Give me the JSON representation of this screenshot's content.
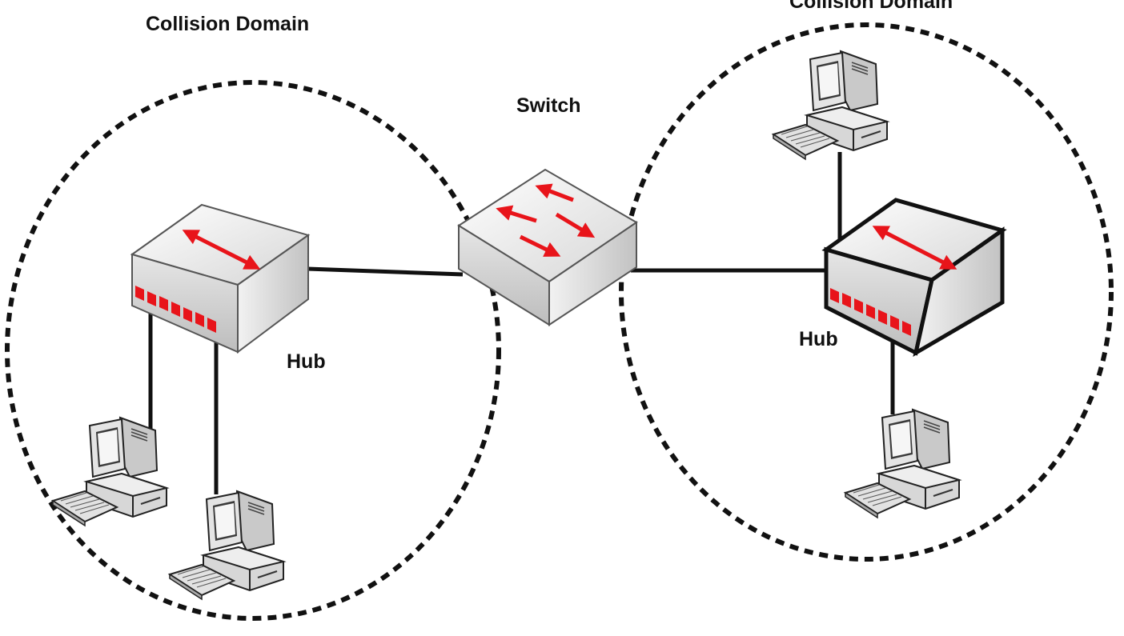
{
  "labels": {
    "collision_domain_left": "Collision Domain",
    "collision_domain_right": "Collision Domain",
    "switch": "Switch",
    "hub_left": "Hub",
    "hub_right": "Hub"
  },
  "colors": {
    "accent_red": "#e8141a",
    "outline": "#111111",
    "device_gray": "#d8d8d8"
  },
  "icons": [
    "switch-icon",
    "hub-icon",
    "computer-icon"
  ]
}
